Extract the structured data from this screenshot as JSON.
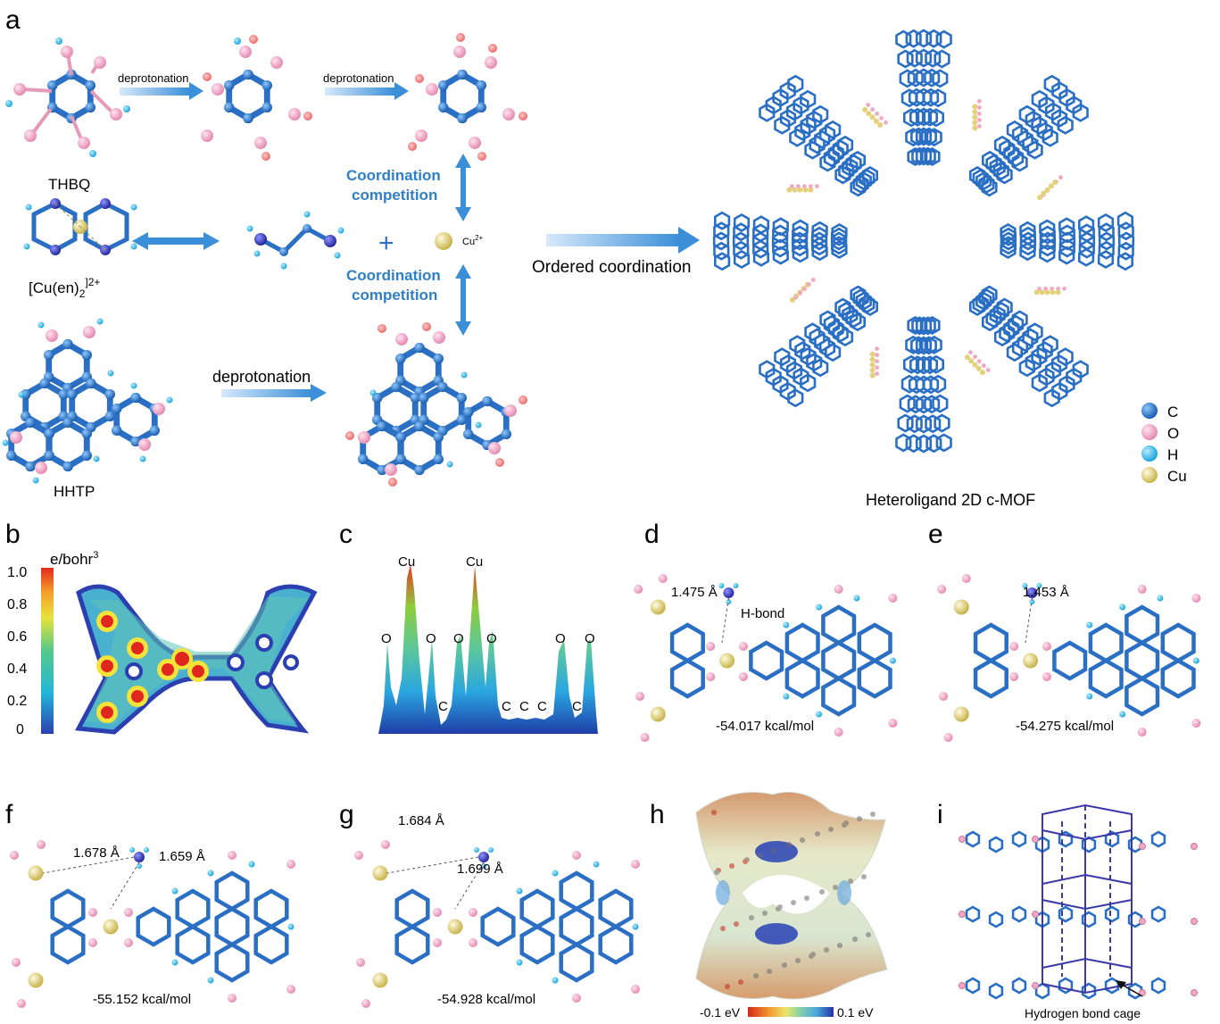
{
  "panels": {
    "a": {
      "letter": "a",
      "ligand1": "THBQ",
      "ligand2": "HHTP",
      "complex": "[Cu(en)",
      "complex_sub": "2",
      "complex_sup": "]2+",
      "step_deprotonation": "deprotonation",
      "coord_line1": "Coordination",
      "coord_line2": "competition",
      "plus": "+",
      "cu_ion": "Cu",
      "cu_charge": "2+",
      "ordered": "Ordered coordination",
      "mof_caption": "Heteroligand 2D c-MOF",
      "minus": "−",
      "legend": [
        {
          "label": "C",
          "color": "#1f6fc2"
        },
        {
          "label": "O",
          "color": "#f2a7c6"
        },
        {
          "label": "H",
          "color": "#29b6e8"
        },
        {
          "label": "Cu",
          "color": "#e8d87a"
        }
      ]
    },
    "b": {
      "letter": "b",
      "unit_main": "e/bohr",
      "unit_sup": "3",
      "ticks": [
        "1.0",
        "0.8",
        "0.6",
        "0.4",
        "0.2",
        "0"
      ]
    },
    "c": {
      "letter": "c",
      "peak_labels": [
        "Cu",
        "Cu",
        "O",
        "O",
        "O",
        "O",
        "O",
        "O",
        "C",
        "C",
        "C",
        "C",
        "C"
      ]
    },
    "d": {
      "letter": "d",
      "distance": "1.475 Å",
      "hbond": "H-bond",
      "energy": "-54.017 kcal/mol"
    },
    "e": {
      "letter": "e",
      "distance": "1.453 Å",
      "energy": "-54.275 kcal/mol"
    },
    "f": {
      "letter": "f",
      "distance1": "1.678 Å",
      "distance2": "1.659 Å",
      "energy": "-55.152 kcal/mol"
    },
    "g": {
      "letter": "g",
      "distance1": "1.684 Å",
      "distance2": "1.699 Å",
      "energy": "-54.928 kcal/mol"
    },
    "h": {
      "letter": "h",
      "scale_min": "-0.1 eV",
      "scale_max": "0.1 eV"
    },
    "i": {
      "letter": "i",
      "caption": "Hydrogen bond cage"
    }
  }
}
